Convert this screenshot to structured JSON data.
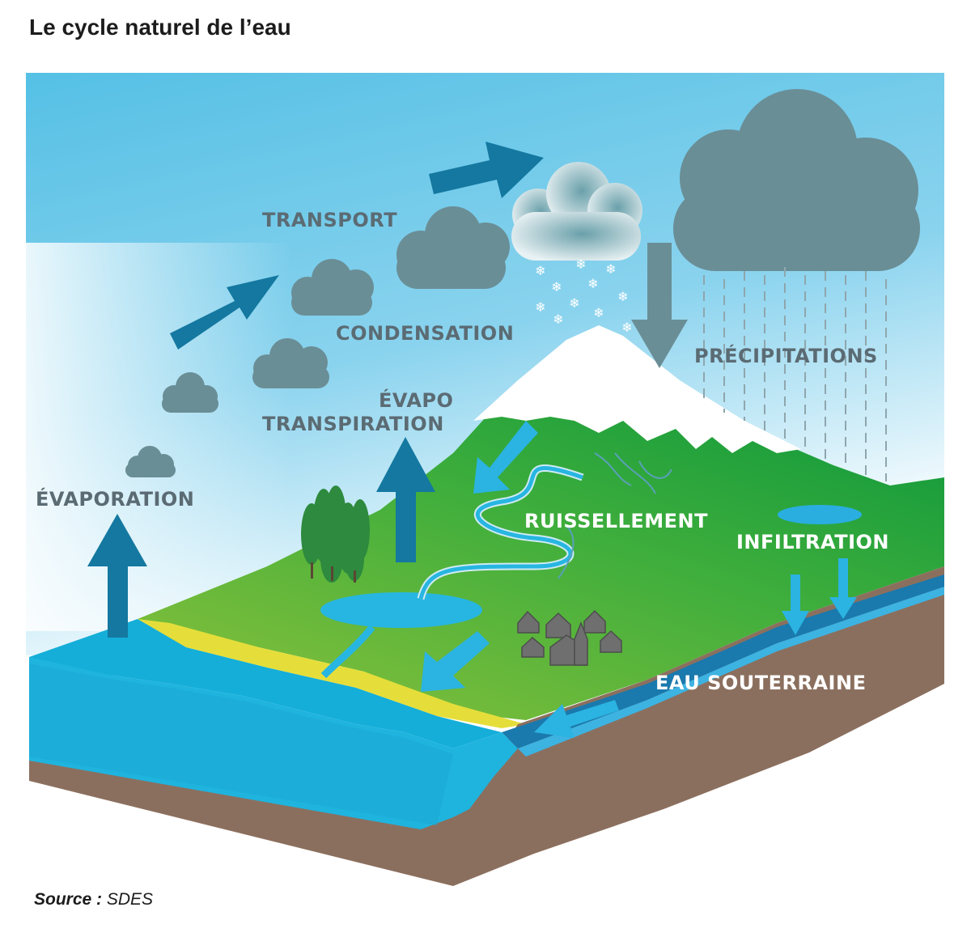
{
  "title": "Le cycle naturel de l’eau",
  "source": {
    "prefix": "Source :",
    "value": "SDES"
  },
  "labels": {
    "evaporation": "ÉVAPORATION",
    "evapo_line1": "ÉVAPO",
    "evapo_line2": "TRANSPIRATION",
    "transport": "TRANSPORT",
    "condensation": "CONDENSATION",
    "precipitations": "PRÉCIPITATIONS",
    "ruissellement": "RUISSELLEMENT",
    "infiltration": "INFILTRATION",
    "eau_souterraine": "EAU SOUTERRAINE"
  },
  "colors": {
    "sky_top": "#5bc3e6",
    "sea": "#1fb4de",
    "land_green": "#2fa43c",
    "soil": "#8b6f5e",
    "arrow_blue": "#1478a0",
    "cloud_grey": "#6a8e96",
    "label_dark": "#5b6b73"
  }
}
